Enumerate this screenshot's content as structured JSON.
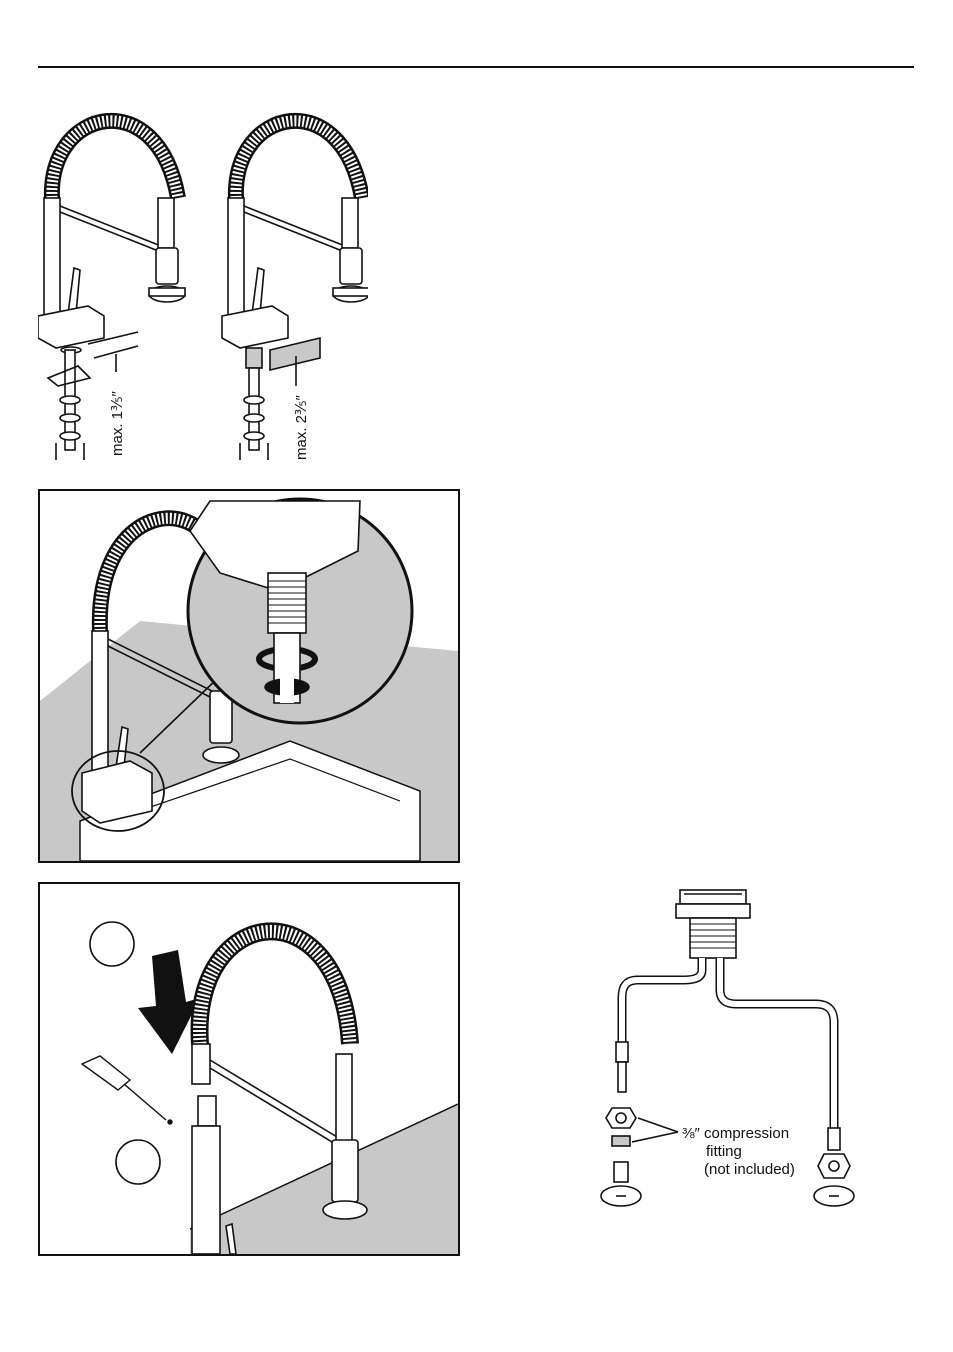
{
  "figure1": {
    "left_dimension": "max. 1⅗″",
    "right_dimension": "max. 2⅗″"
  },
  "figure4": {
    "fitting_fraction": "⅜″",
    "fitting_label": "compression",
    "fitting_line2": "fitting",
    "fitting_line3": "(not included)"
  },
  "colors": {
    "ink": "#111111",
    "counter_gray": "#c8c8c8"
  }
}
